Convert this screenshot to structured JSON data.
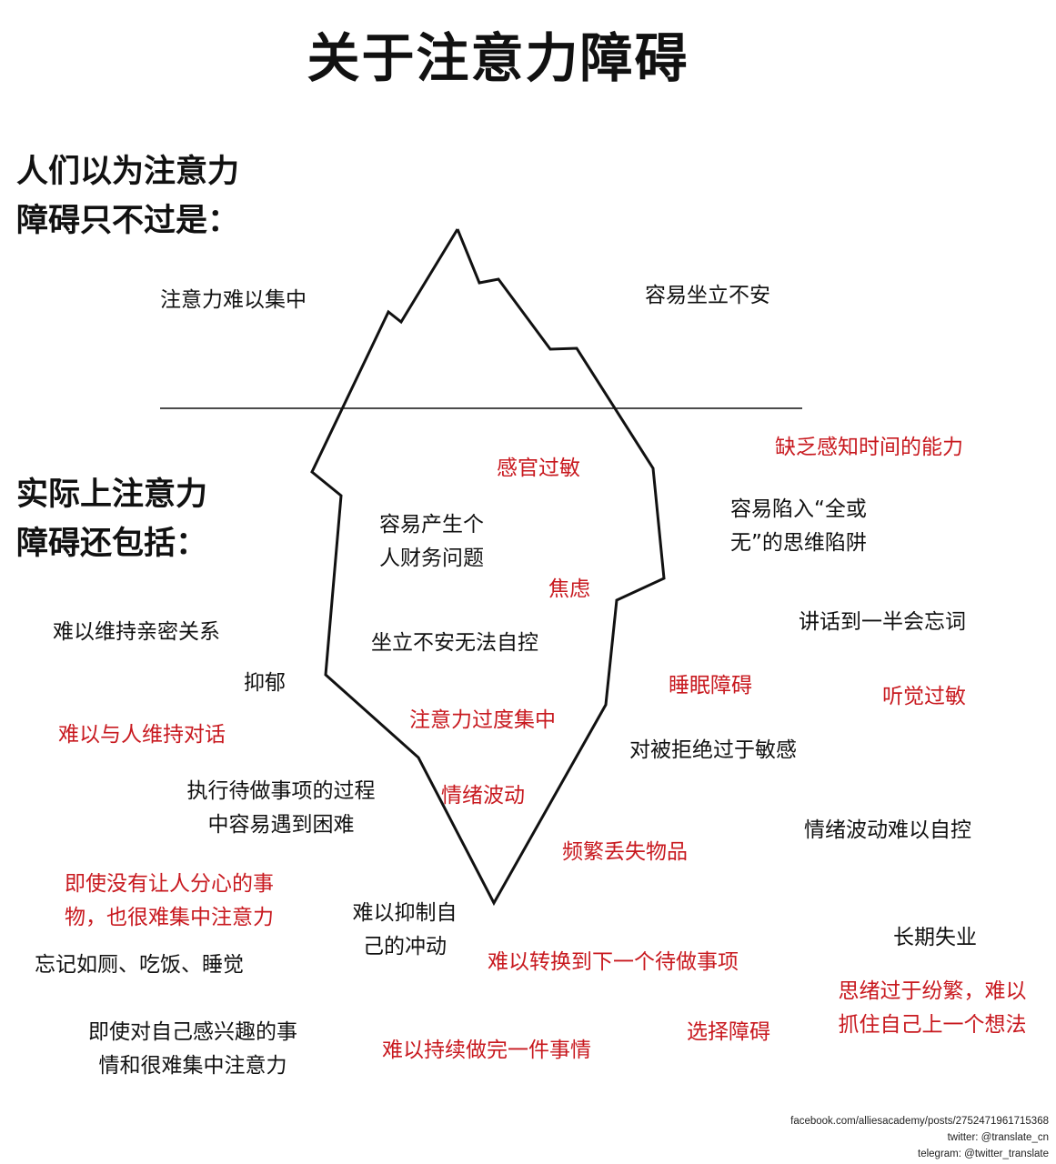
{
  "title": "关于注意力障碍",
  "above_heading": "人们以为注意力\n障碍只不过是：",
  "below_heading": "实际上注意力\n障碍还包括：",
  "colors": {
    "text": "#111111",
    "highlight": "#c8191f"
  },
  "above_items": [
    {
      "id": "a1",
      "text": "注意力难以集中",
      "red": false
    },
    {
      "id": "a2",
      "text": "容易坐立不安",
      "red": false
    }
  ],
  "below_items": [
    {
      "id": "b1",
      "text": "缺乏感知时间的能力",
      "red": true
    },
    {
      "id": "b2",
      "text": "感官过敏",
      "red": true
    },
    {
      "id": "b3",
      "text": "容易陷入“全或\n无”的思维陷阱",
      "red": false
    },
    {
      "id": "b4",
      "text": "容易产生个\n人财务问题",
      "red": false
    },
    {
      "id": "b5",
      "text": "焦虑",
      "red": true
    },
    {
      "id": "b6",
      "text": "讲话到一半会忘词",
      "red": false
    },
    {
      "id": "b7",
      "text": "难以维持亲密关系",
      "red": false
    },
    {
      "id": "b8",
      "text": "坐立不安无法自控",
      "red": false
    },
    {
      "id": "b9",
      "text": "抑郁",
      "red": false
    },
    {
      "id": "b10",
      "text": "睡眠障碍",
      "red": true
    },
    {
      "id": "b11",
      "text": "听觉过敏",
      "red": true
    },
    {
      "id": "b12",
      "text": "难以与人维持对话",
      "red": true
    },
    {
      "id": "b13",
      "text": "注意力过度集中",
      "red": true
    },
    {
      "id": "b14",
      "text": "对被拒绝过于敏感",
      "red": false
    },
    {
      "id": "b15",
      "text": "执行待做事项的过程\n中容易遇到困难",
      "red": false
    },
    {
      "id": "b16",
      "text": "情绪波动",
      "red": true
    },
    {
      "id": "b17",
      "text": "情绪波动难以自控",
      "red": false
    },
    {
      "id": "b18",
      "text": "频繁丢失物品",
      "red": true
    },
    {
      "id": "b19",
      "text": "即使没有让人分心的事\n物，也很难集中注意力",
      "red": true
    },
    {
      "id": "b20",
      "text": "难以抑制自\n己的冲动",
      "red": false
    },
    {
      "id": "b21",
      "text": "长期失业",
      "red": false
    },
    {
      "id": "b22",
      "text": "忘记如厕、吃饭、睡觉",
      "red": false
    },
    {
      "id": "b23",
      "text": "难以转换到下一个待做事项",
      "red": true
    },
    {
      "id": "b24",
      "text": "思绪过于纷繁，难以\n抓住自己上一个想法",
      "red": true
    },
    {
      "id": "b25",
      "text": "即使对自己感兴趣的事\n情和很难集中注意力",
      "red": false
    },
    {
      "id": "b26",
      "text": "选择障碍",
      "red": true
    },
    {
      "id": "b27",
      "text": "难以持续做完一件事情",
      "red": true
    }
  ],
  "credits": "facebook.com/alliesacademy/posts/2752471961715368\ntwitter: @translate_cn\ntelegram: @twitter_translate"
}
